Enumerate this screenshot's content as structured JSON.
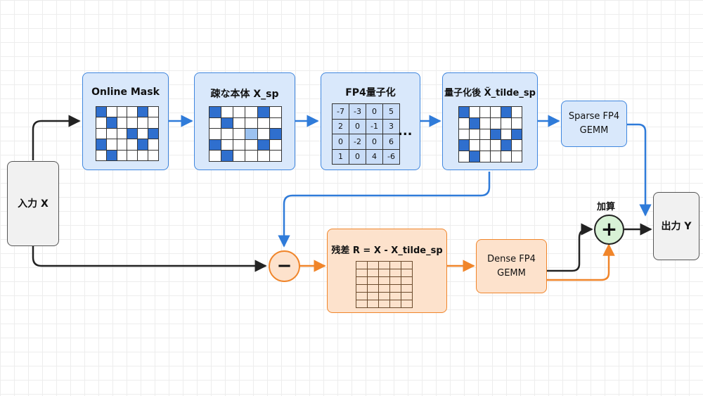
{
  "input": {
    "label": "入力 X"
  },
  "output": {
    "label": "出力 Y"
  },
  "online_mask": {
    "title": "Online Mask",
    "pattern": "mask"
  },
  "sparse_body": {
    "title": "疎な本体 X_sp",
    "pattern": "sparse"
  },
  "fp4_quant": {
    "title": "FP4量子化",
    "matrix": [
      [
        "-7",
        "-3",
        "0",
        "5"
      ],
      [
        "2",
        "0",
        "-1",
        "3"
      ],
      [
        "0",
        "-2",
        "0",
        "6"
      ],
      [
        "1",
        "0",
        "4",
        "-6"
      ]
    ],
    "ellipsis": "..."
  },
  "quantized": {
    "title": "量子化後 X̃_tilde_sp",
    "pattern": "quant"
  },
  "sparse_gemm": {
    "line1": "Sparse FP4",
    "line2": "GEMM"
  },
  "residual": {
    "title": "残差 R = X - X_tilde_sp"
  },
  "dense_gemm": {
    "line1": "Dense FP4",
    "line2": "GEMM"
  },
  "minus_op": {
    "symbol": "−"
  },
  "add_op": {
    "symbol": "+",
    "label": "加算"
  },
  "colors": {
    "blue": "#2f7bd9",
    "orange": "#f0852a",
    "black": "#222222"
  },
  "patterns": {
    "mask": [
      [
        1,
        0,
        0,
        0,
        1,
        0
      ],
      [
        0,
        1,
        0,
        0,
        0,
        0
      ],
      [
        0,
        0,
        0,
        1,
        0,
        1
      ],
      [
        1,
        0,
        0,
        0,
        1,
        0
      ],
      [
        0,
        1,
        0,
        0,
        0,
        0
      ]
    ],
    "sparse": [
      [
        1,
        0,
        0,
        0,
        1,
        0
      ],
      [
        0,
        1,
        0,
        0,
        0,
        0
      ],
      [
        0,
        0,
        0,
        2,
        0,
        1
      ],
      [
        1,
        0,
        0,
        0,
        1,
        0
      ],
      [
        0,
        1,
        0,
        0,
        0,
        0
      ]
    ],
    "quant": [
      [
        1,
        0,
        0,
        0,
        1,
        0
      ],
      [
        0,
        1,
        0,
        0,
        0,
        0
      ],
      [
        0,
        0,
        0,
        1,
        0,
        1
      ],
      [
        1,
        0,
        0,
        0,
        1,
        0
      ],
      [
        0,
        1,
        0,
        0,
        0,
        0
      ]
    ]
  }
}
